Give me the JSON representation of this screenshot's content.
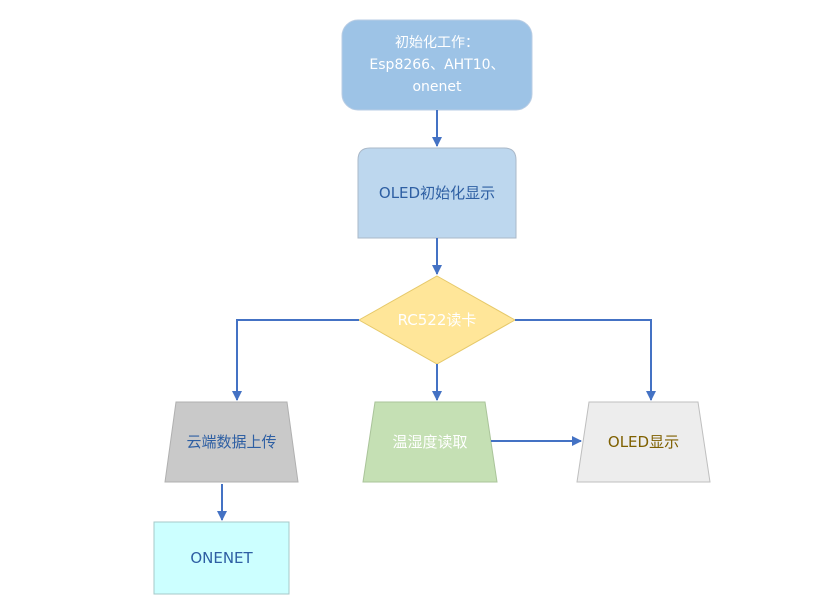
{
  "flowchart": {
    "nodes": [
      {
        "id": "init",
        "lines": [
          "初始化工作：",
          "Esp8266、AHT10、",
          "onenet"
        ]
      },
      {
        "id": "oled_init",
        "lines": [
          "OLED初始化显示"
        ]
      },
      {
        "id": "rc522",
        "lines": [
          "RC522读卡"
        ]
      },
      {
        "id": "cloud",
        "lines": [
          "云端数据上传"
        ]
      },
      {
        "id": "temp",
        "lines": [
          "温湿度读取"
        ]
      },
      {
        "id": "oled_show",
        "lines": [
          "OLED显示"
        ]
      },
      {
        "id": "onenet",
        "lines": [
          "ONENET"
        ]
      }
    ],
    "edges": [
      {
        "from": "init",
        "to": "oled_init"
      },
      {
        "from": "oled_init",
        "to": "rc522"
      },
      {
        "from": "rc522",
        "to": "cloud"
      },
      {
        "from": "rc522",
        "to": "temp"
      },
      {
        "from": "rc522",
        "to": "oled_show"
      },
      {
        "from": "temp",
        "to": "oled_show"
      },
      {
        "from": "cloud",
        "to": "onenet"
      }
    ]
  },
  "colors": {
    "init_fill": "#9dc3e6",
    "oled_init_fill": "#bdd7ee",
    "decision_fill": "#ffe699",
    "cloud_fill": "#c9c9c9",
    "temp_fill": "#c5e0b4",
    "oled_show_fill": "#ededed",
    "onenet_fill": "#ccffff",
    "arrow": "#4472c4",
    "text_white": "#ffffff",
    "text_blue": "#2e5fa3",
    "text_brown": "#7f6000"
  }
}
